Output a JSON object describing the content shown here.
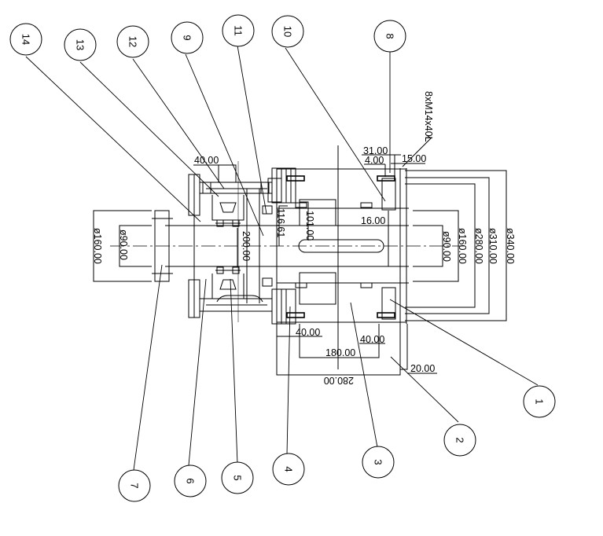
{
  "drawing": {
    "balloons": [
      {
        "id": "1",
        "label": "1"
      },
      {
        "id": "2",
        "label": "2"
      },
      {
        "id": "3",
        "label": "3"
      },
      {
        "id": "4",
        "label": "4"
      },
      {
        "id": "5",
        "label": "5"
      },
      {
        "id": "6",
        "label": "6"
      },
      {
        "id": "7",
        "label": "7"
      },
      {
        "id": "8",
        "label": "8"
      },
      {
        "id": "9",
        "label": "9"
      },
      {
        "id": "10",
        "label": "10"
      },
      {
        "id": "11",
        "label": "11"
      },
      {
        "id": "12",
        "label": "12"
      },
      {
        "id": "13",
        "label": "13"
      },
      {
        "id": "14",
        "label": "14"
      }
    ],
    "dimensions": {
      "d40_top": "40.00",
      "d31": "31.00",
      "d4": "4.00",
      "d15": "15.00",
      "d16": "16.00",
      "d101": "101.00",
      "d116": "116.61",
      "d200": "200.00",
      "phi160_left": "ø160.00",
      "phi90_left": "ø90.00",
      "phi90_right": "ø90.00",
      "phi160_right": "ø160.00",
      "phi280": "ø280.00",
      "phi310": "ø310.00",
      "phi340": "ø340.00",
      "d40_bl": "40.00",
      "d40_br": "40.00",
      "d180": "180.00",
      "d280": "280.00",
      "d20": "20.00"
    },
    "annotations": {
      "bolt_spec": "8xM14x40L"
    }
  }
}
